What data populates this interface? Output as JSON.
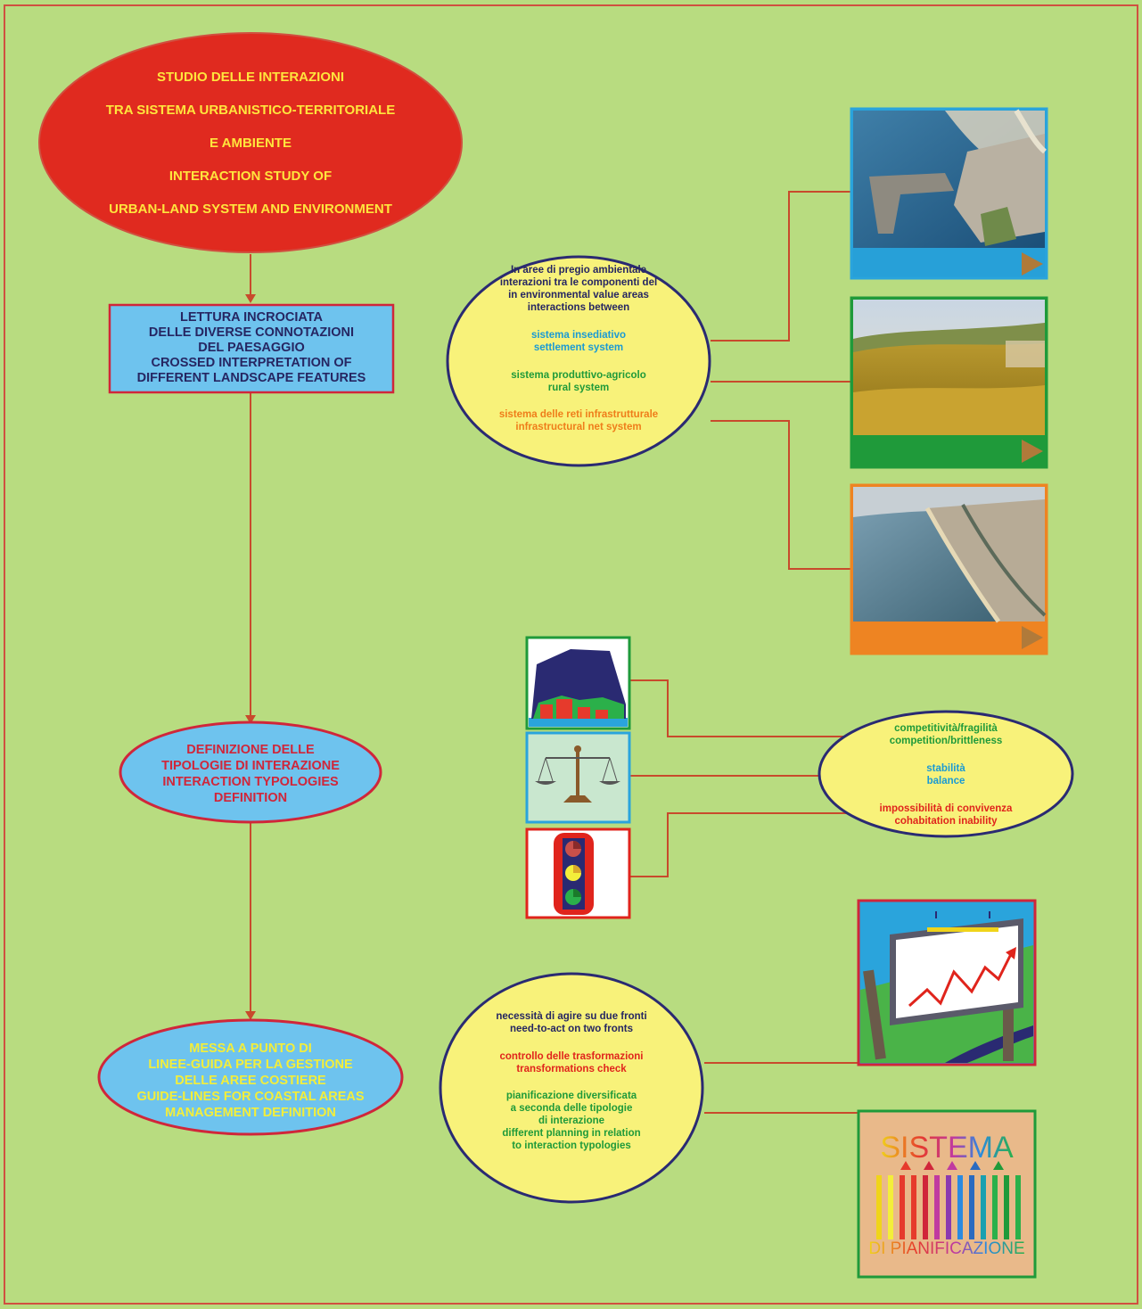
{
  "colors": {
    "background": "#b8dc80",
    "frame": "#d05040",
    "title_fill": "#e02a1f",
    "title_text": "#ffe53d",
    "box_fill": "#6ec3ee",
    "oval_fill": "#f8f27a",
    "outline_navy": "#2a2a72",
    "connector": "#c84a2c",
    "text_navy": "#262662",
    "text_blue": "#1a9ad4",
    "text_green": "#1f9a3a",
    "text_orange": "#ef7d1a",
    "text_red": "#e0241c",
    "text_crimson": "#d0263a",
    "text_yellow": "#f3ee3a"
  },
  "title": {
    "lines": [
      "STUDIO DELLE INTERAZIONI",
      "TRA SISTEMA URBANISTICO-TERRITORIALE",
      "E AMBIENTE",
      "INTERACTION STUDY OF",
      "URBAN-LAND SYSTEM AND ENVIRONMENT"
    ]
  },
  "step1": {
    "lines": [
      "LETTURA INCROCIATA",
      "DELLE DIVERSE CONNOTAZIONI",
      "DEL PAESAGGIO",
      "CROSSED INTERPRETATION OF",
      "DIFFERENT  LANDSCAPE FEATURES"
    ]
  },
  "step2": {
    "lines": [
      "DEFINIZIONE DELLE",
      "TIPOLOGIE DI INTERAZIONE",
      "INTERACTION TYPOLOGIES",
      "DEFINITION"
    ]
  },
  "step3": {
    "lines": [
      "MESSA A PUNTO DI",
      "LINEE-GUIDA PER LA GESTIONE",
      "DELLE AREE COSTIERE",
      "GUIDE-LINES FOR COASTAL AREAS",
      "MANAGEMENT DEFINITION"
    ]
  },
  "systems_oval": {
    "intro": [
      "In aree di pregio ambientale",
      "interazioni tra le componenti del",
      "in environmental value areas",
      "interactions between"
    ],
    "settlement": [
      "sistema insediativo",
      "settlement system"
    ],
    "rural": [
      "sistema produttivo-agricolo",
      "rural system"
    ],
    "infrastructure": [
      "sistema delle reti infrastrutturale",
      "infrastructural net system"
    ]
  },
  "interaction_oval": {
    "competition": [
      "competitività/fragilità",
      "competition/brittleness"
    ],
    "balance": [
      "stabilità",
      "balance"
    ],
    "inability": [
      "impossibilità di convivenza",
      "cohabitation inability"
    ]
  },
  "guidelines_oval": {
    "fronts": [
      "necessità di agire su due fronti",
      "need-to-act on two fronts"
    ],
    "check": [
      "controllo delle trasformazioni",
      "transformations check"
    ],
    "planning": [
      "pianificazione diversificata",
      "a seconda delle tipologie",
      "di interazione",
      "different planning in relation",
      "to interaction typologies"
    ]
  },
  "photos": [
    {
      "name": "settlement-photo",
      "bar_color": "#28a2dc",
      "border_color": "#2aa4dc"
    },
    {
      "name": "rural-photo",
      "bar_color": "#1f9a3a",
      "border_color": "#1f9a3a"
    },
    {
      "name": "infrastructure-photo",
      "bar_color": "#ee8422",
      "border_color": "#ee8422"
    }
  ],
  "icons": {
    "house": "house-icon",
    "scale": "balance-scale-icon",
    "traffic_light": "traffic-light-icon",
    "billboard": "billboard-chart-icon"
  },
  "logo": {
    "top_word": "SISTEMA",
    "bottom_word": "DI PIANIFICAZIONE"
  }
}
